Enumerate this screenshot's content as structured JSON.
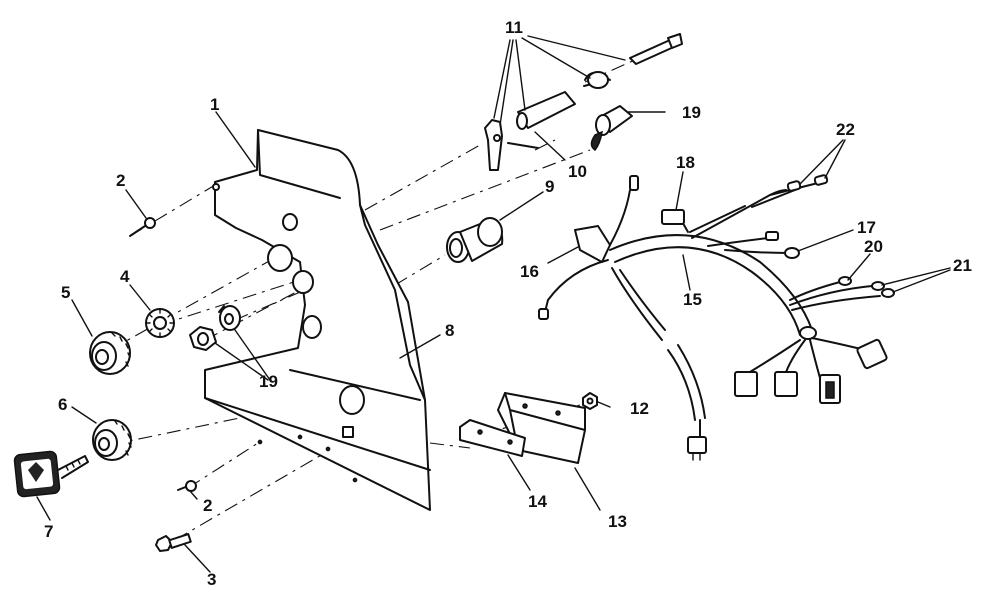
{
  "callouts": [
    {
      "id": "c1",
      "text": "1"
    },
    {
      "id": "c2a",
      "text": "2"
    },
    {
      "id": "c2b",
      "text": "2"
    },
    {
      "id": "c3",
      "text": "3"
    },
    {
      "id": "c4",
      "text": "4"
    },
    {
      "id": "c5",
      "text": "5"
    },
    {
      "id": "c6",
      "text": "6"
    },
    {
      "id": "c7",
      "text": "7"
    },
    {
      "id": "c8",
      "text": "8"
    },
    {
      "id": "c9",
      "text": "9"
    },
    {
      "id": "c10",
      "text": "10"
    },
    {
      "id": "c11",
      "text": "11"
    },
    {
      "id": "c12",
      "text": "12"
    },
    {
      "id": "c13",
      "text": "13"
    },
    {
      "id": "c14",
      "text": "14"
    },
    {
      "id": "c15",
      "text": "15"
    },
    {
      "id": "c16",
      "text": "16"
    },
    {
      "id": "c17",
      "text": "17"
    },
    {
      "id": "c18",
      "text": "18"
    },
    {
      "id": "c19a",
      "text": "19"
    },
    {
      "id": "c19b",
      "text": "19"
    },
    {
      "id": "c20",
      "text": "20"
    },
    {
      "id": "c21",
      "text": "21"
    },
    {
      "id": "c22",
      "text": "22"
    }
  ]
}
